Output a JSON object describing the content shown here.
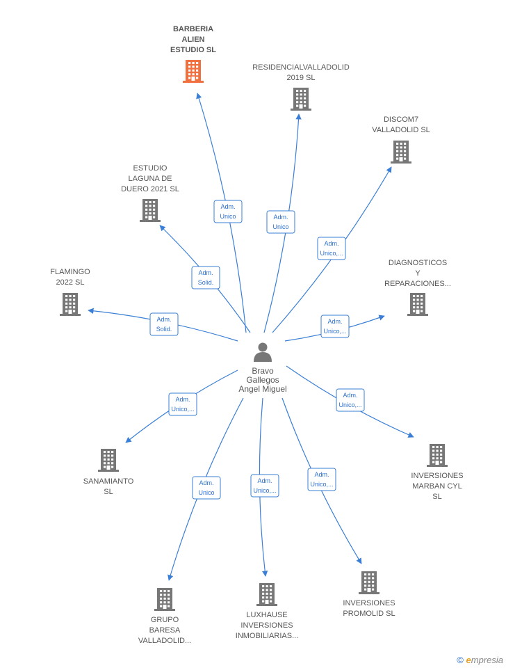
{
  "colors": {
    "edge": "#3a7fd5",
    "building": "#777777",
    "highlight": "#f07040",
    "label_border": "#3a7fd5"
  },
  "center": {
    "name_lines": [
      "Bravo",
      "Gallegos",
      "Angel Miguel"
    ],
    "icon": "person-icon"
  },
  "nodes": [
    {
      "id": "barberia",
      "lines": [
        "BARBERIA",
        "ALIEN",
        "ESTUDIO  SL"
      ],
      "highlight": true,
      "edge_label": [
        "Adm.",
        "Unico"
      ]
    },
    {
      "id": "residencial",
      "lines": [
        "RESIDENCIALVALLADOLID",
        "2019  SL"
      ],
      "highlight": false,
      "edge_label": [
        "Adm.",
        "Unico"
      ]
    },
    {
      "id": "discom7",
      "lines": [
        "DISCOM7",
        "VALLADOLID  SL"
      ],
      "highlight": false,
      "edge_label": [
        "Adm.",
        "Unico,..."
      ]
    },
    {
      "id": "estudio-laguna",
      "lines": [
        "ESTUDIO",
        "LAGUNA DE",
        "DUERO 2021  SL"
      ],
      "highlight": false,
      "edge_label": [
        "Adm.",
        "Solid."
      ]
    },
    {
      "id": "flamingo",
      "lines": [
        "FLAMINGO",
        "2022  SL"
      ],
      "highlight": false,
      "edge_label": [
        "Adm.",
        "Solid."
      ]
    },
    {
      "id": "diagnosticos",
      "lines": [
        "DIAGNOSTICOS",
        "Y",
        "REPARACIONES..."
      ],
      "highlight": false,
      "edge_label": [
        "Adm.",
        "Unico,..."
      ]
    },
    {
      "id": "sanamianto",
      "lines": [
        "SANAMIANTO",
        "SL"
      ],
      "highlight": false,
      "edge_label": [
        "Adm.",
        "Unico,..."
      ]
    },
    {
      "id": "inversiones-marban",
      "lines": [
        "INVERSIONES",
        "MARBAN CYL",
        "SL"
      ],
      "highlight": false,
      "edge_label": [
        "Adm.",
        "Unico,..."
      ]
    },
    {
      "id": "grupo-baresa",
      "lines": [
        "GRUPO",
        "BARESA",
        "VALLADOLID..."
      ],
      "highlight": false,
      "edge_label": [
        "Adm.",
        "Unico"
      ]
    },
    {
      "id": "luxhause",
      "lines": [
        "LUXHAUSE",
        "INVERSIONES",
        "INMOBILIARIAS..."
      ],
      "highlight": false,
      "edge_label": [
        "Adm.",
        "Unico,..."
      ]
    },
    {
      "id": "inversiones-promolid",
      "lines": [
        "INVERSIONES",
        "PROMOLID  SL"
      ],
      "highlight": false,
      "edge_label": [
        "Adm.",
        "Unico,..."
      ]
    }
  ],
  "brand": {
    "copyright": "©",
    "e": "e",
    "rest": "mpresia"
  }
}
